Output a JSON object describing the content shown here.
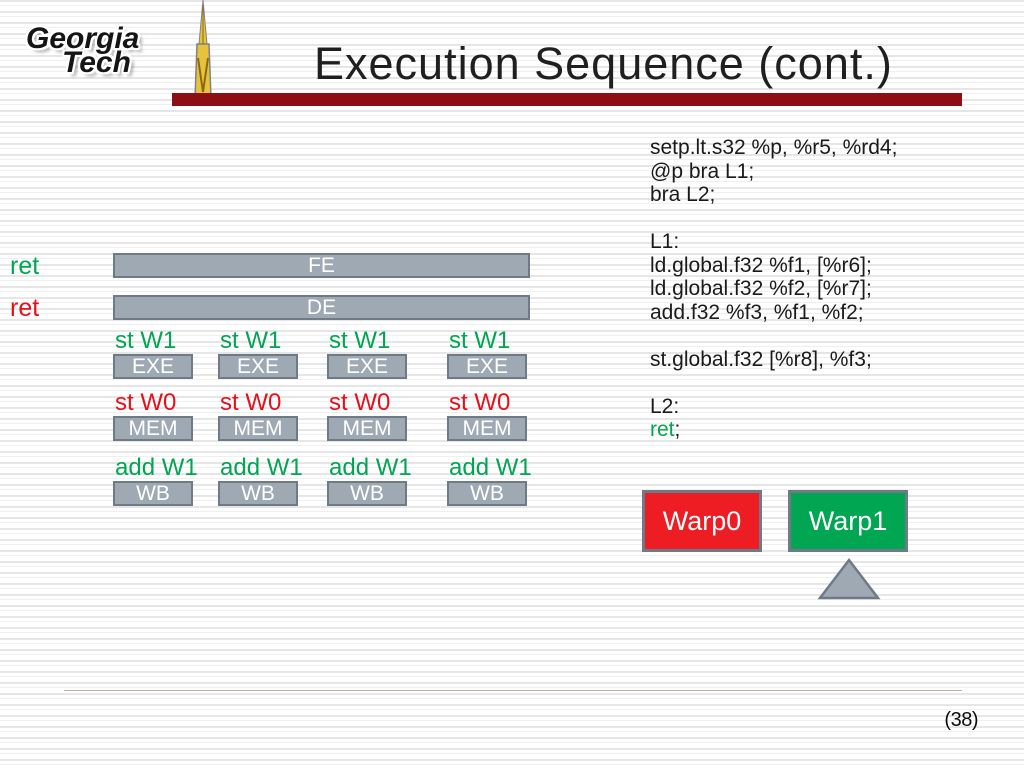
{
  "slide": {
    "title": "Execution Sequence (cont.)",
    "page_number": "(38)",
    "logo": {
      "word1": "Georgia",
      "word2": "Tech",
      "tower_icon": "tech-tower-icon"
    }
  },
  "pipeline": {
    "fe_row": {
      "side_label": "ret",
      "side_color": "#00a651",
      "bar_label": "FE"
    },
    "de_row": {
      "side_label": "ret",
      "side_color": "#e6101b",
      "bar_label": "DE"
    },
    "exe_row": {
      "tags": [
        "st W1",
        "st W1",
        "st W1",
        "st W1"
      ],
      "tag_color": "#00a651",
      "box_label": "EXE"
    },
    "mem_row": {
      "tags": [
        "st W0",
        "st W0",
        "st W0",
        "st W0"
      ],
      "tag_color": "#e6101b",
      "box_label": "MEM"
    },
    "wb_row": {
      "tags": [
        "add W1",
        "add W1",
        "add W1",
        "add W1"
      ],
      "tag_color": "#00a651",
      "box_label": "WB"
    }
  },
  "code": {
    "lines": [
      "setp.lt.s32 %p, %r5, %rd4;",
      "@p bra L1;",
      "bra L2;",
      "",
      "L1:",
      "ld.global.f32 %f1, [%r6];",
      "ld.global.f32 %f2, [%r7];",
      "add.f32 %f3, %f1, %f2;",
      "",
      "st.global.f32 [%r8], %f3;",
      "",
      "L2:"
    ],
    "last_line": {
      "keyword": "ret",
      "suffix": ";"
    }
  },
  "warps": {
    "warp0": {
      "label": "Warp0",
      "fill": "#ee1c23"
    },
    "warp1": {
      "label": "Warp1",
      "fill": "#00a651"
    },
    "pointer_icon": "triangle-up-icon"
  },
  "colors": {
    "stage_fill": "#9ea9b4",
    "stage_border": "#6e7b87",
    "divider": "#8d0f14",
    "green": "#00a651",
    "red": "#e6101b",
    "stripe": "#e6e6e6"
  }
}
